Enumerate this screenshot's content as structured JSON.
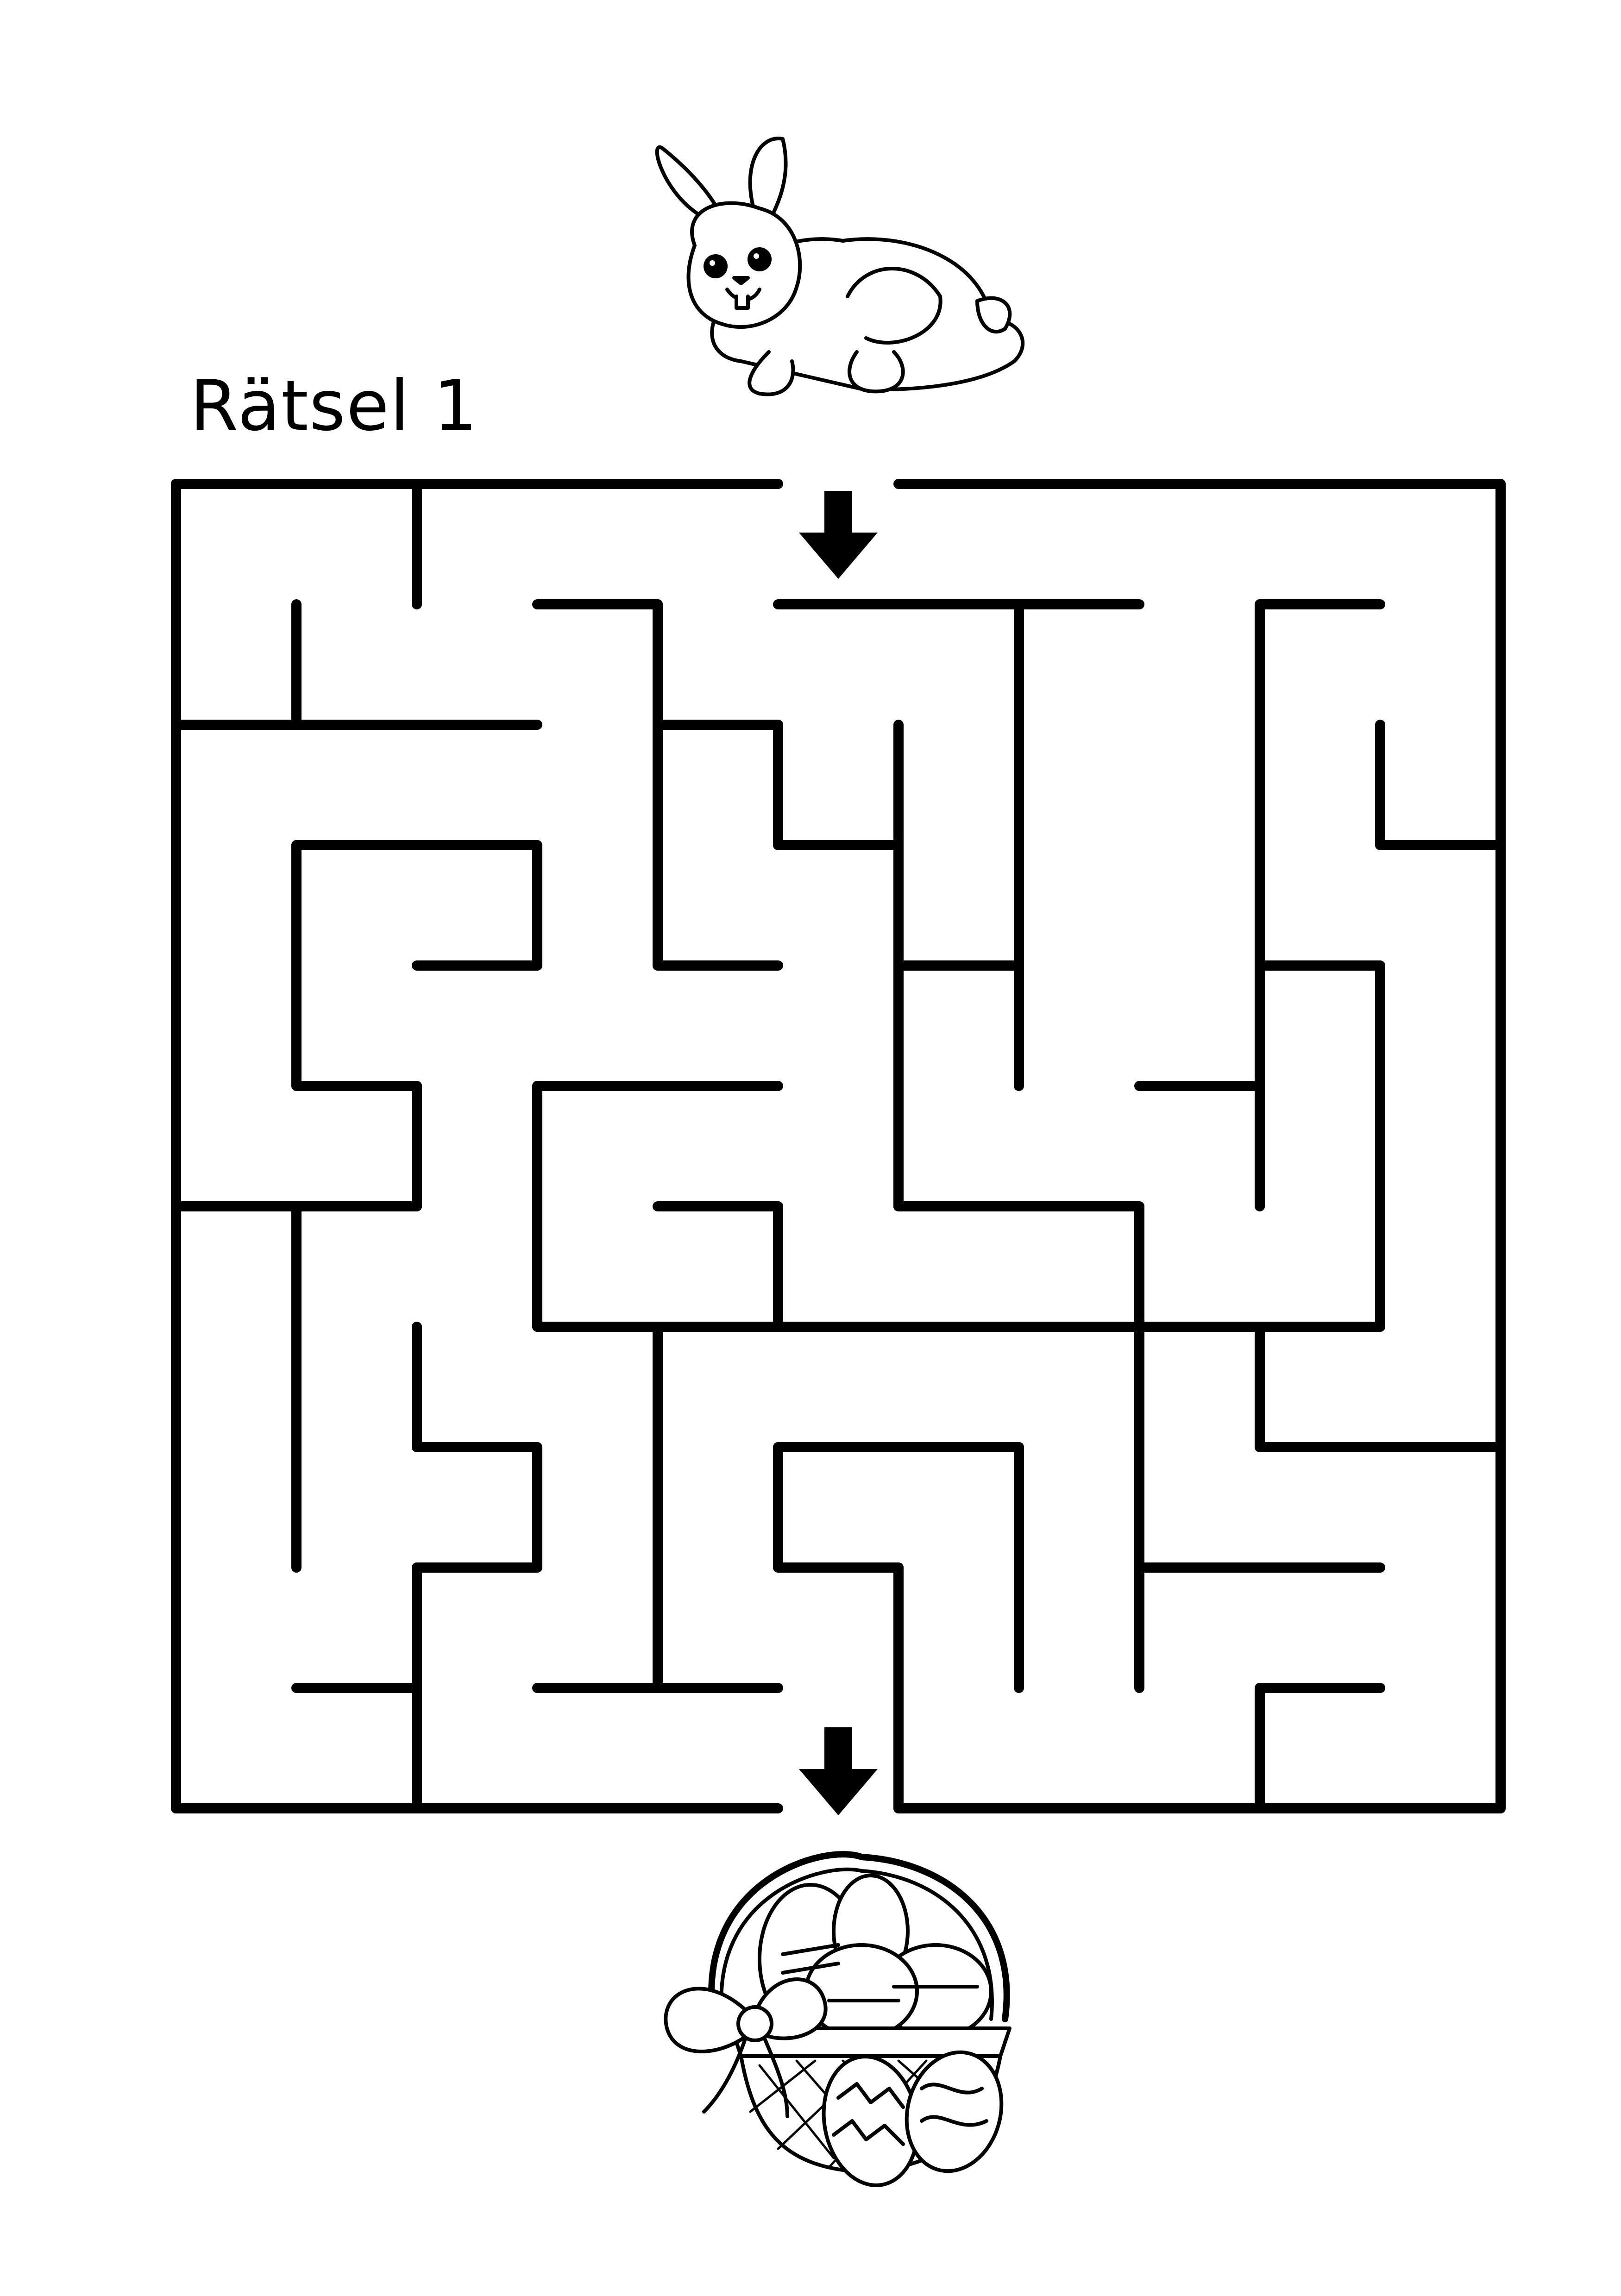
{
  "title": "Rätsel 1",
  "colors": {
    "ink": "#000000",
    "paper": "#ffffff"
  },
  "icons": {
    "start": "rabbit-icon",
    "finish": "easter-basket-icon",
    "entry_arrow": "arrow-down-icon",
    "exit_arrow": "arrow-down-icon"
  },
  "maze": {
    "cols": 11,
    "rows": 11,
    "entrance_column": 6,
    "exit_column": 6,
    "walls": [
      [
        0,
        0,
        5,
        0
      ],
      [
        6,
        0,
        11,
        0
      ],
      [
        0,
        0,
        0,
        11
      ],
      [
        11,
        0,
        11,
        11
      ],
      [
        0,
        11,
        5,
        11
      ],
      [
        6,
        11,
        11,
        11
      ],
      [
        2,
        0,
        2,
        1
      ],
      [
        1,
        1,
        1,
        2
      ],
      [
        0,
        2,
        3,
        2
      ],
      [
        3,
        1,
        4,
        1
      ],
      [
        4,
        1,
        4,
        2
      ],
      [
        4,
        2,
        5,
        2
      ],
      [
        5,
        2,
        5,
        3
      ],
      [
        5,
        3,
        6,
        3
      ],
      [
        5,
        1,
        8,
        1
      ],
      [
        7,
        1,
        7,
        5
      ],
      [
        6,
        2,
        6,
        6
      ],
      [
        6,
        4,
        7,
        4
      ],
      [
        9,
        1,
        10,
        1
      ],
      [
        9,
        1,
        9,
        6
      ],
      [
        10,
        2,
        10,
        3
      ],
      [
        10,
        3,
        11,
        3
      ],
      [
        1,
        3,
        3,
        3
      ],
      [
        3,
        3,
        3,
        4
      ],
      [
        2,
        4,
        3,
        4
      ],
      [
        1,
        3,
        1,
        5
      ],
      [
        1,
        5,
        2,
        5
      ],
      [
        2,
        5,
        2,
        6
      ],
      [
        0,
        6,
        2,
        6
      ],
      [
        4,
        1,
        4,
        4
      ],
      [
        4,
        4,
        5,
        4
      ],
      [
        3,
        5,
        5,
        5
      ],
      [
        3,
        5,
        3,
        7
      ],
      [
        4,
        6,
        5,
        6
      ],
      [
        5,
        6,
        5,
        7
      ],
      [
        3,
        7,
        10,
        7
      ],
      [
        8,
        5,
        9,
        5
      ],
      [
        9,
        4,
        10,
        4
      ],
      [
        10,
        4,
        10,
        7
      ],
      [
        6,
        6,
        8,
        6
      ],
      [
        8,
        6,
        8,
        7
      ],
      [
        1,
        6,
        1,
        9
      ],
      [
        2,
        7,
        2,
        8
      ],
      [
        2,
        8,
        3,
        8
      ],
      [
        3,
        8,
        3,
        9
      ],
      [
        2,
        9,
        3,
        9
      ],
      [
        2,
        9,
        2,
        11
      ],
      [
        1,
        10,
        2,
        10
      ],
      [
        4,
        7,
        4,
        10
      ],
      [
        3,
        10,
        5,
        10
      ],
      [
        5,
        8,
        7,
        8
      ],
      [
        5,
        8,
        5,
        9
      ],
      [
        5,
        9,
        6,
        9
      ],
      [
        6,
        9,
        6,
        11
      ],
      [
        7,
        8,
        7,
        10
      ],
      [
        8,
        7,
        8,
        10
      ],
      [
        8,
        9,
        10,
        9
      ],
      [
        9,
        7,
        9,
        8
      ],
      [
        9,
        8,
        11,
        8
      ],
      [
        9,
        10,
        10,
        10
      ],
      [
        9,
        10,
        9,
        11
      ]
    ]
  }
}
